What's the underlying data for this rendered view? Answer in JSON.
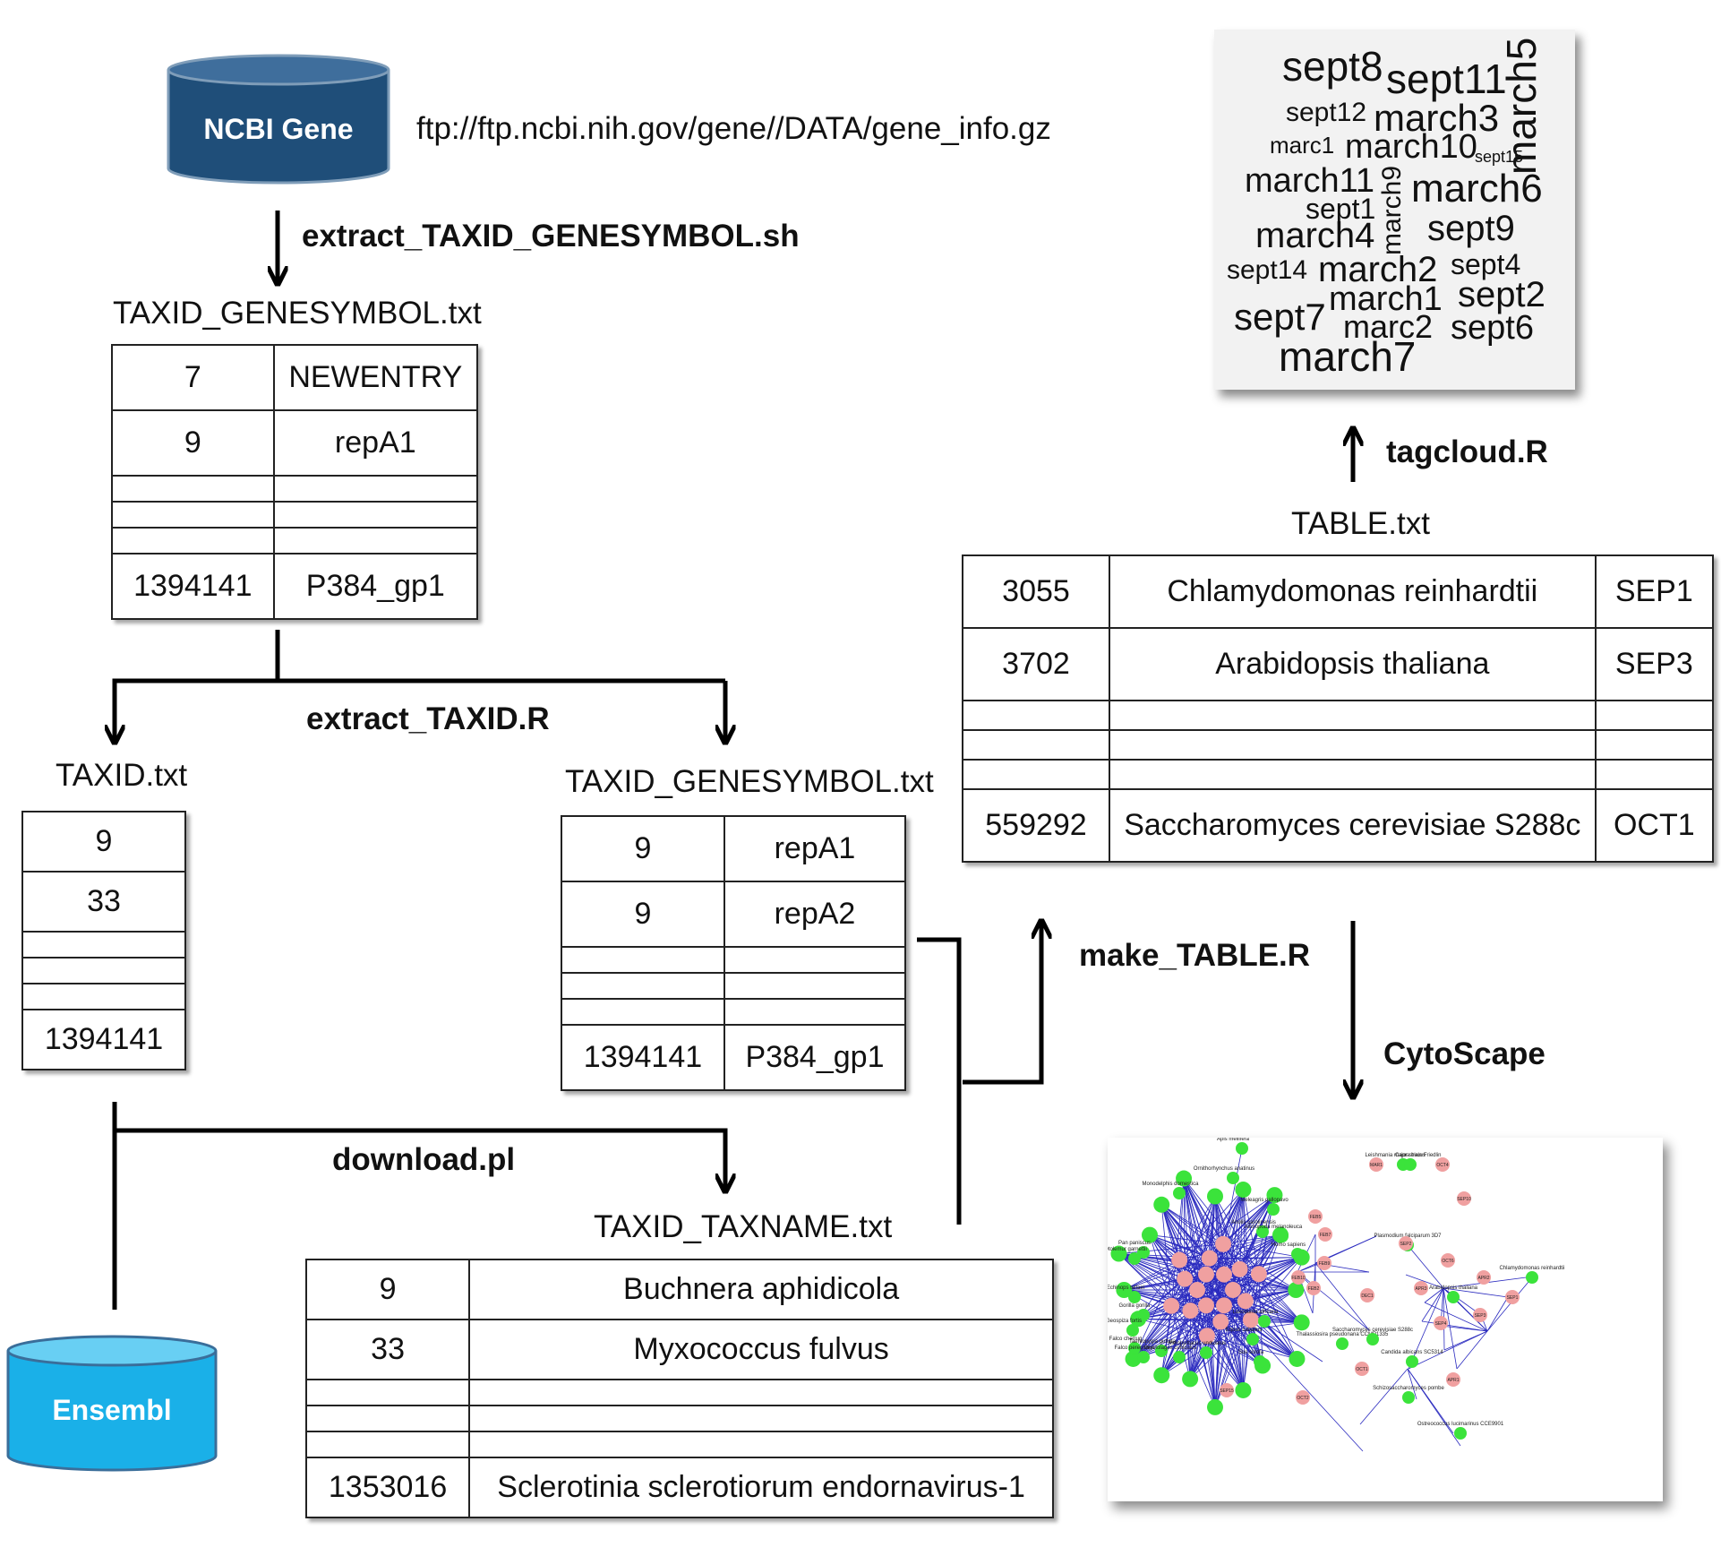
{
  "databases": {
    "ncbi": {
      "label": "NCBI Gene",
      "color": "#1f4e79"
    },
    "ensembl": {
      "label": "Ensembl",
      "color": "#1ab0e8"
    }
  },
  "ncbi_url": "ftp://ftp.ncbi.nih.gov/gene//DATA/gene_info.gz",
  "steps": {
    "extract_taxid_genesymbol": "extract_TAXID_GENESYMBOL.sh",
    "extract_taxid": "extract_TAXID.R",
    "download": "download.pl",
    "make_table": "make_TABLE.R",
    "tagcloud": "tagcloud.R",
    "cytoscape": "CytoScape"
  },
  "files": {
    "taxid_genesymbol_1": {
      "title": "TAXID_GENESYMBOL.txt",
      "rows": [
        [
          "7",
          "NEWENTRY"
        ],
        [
          "9",
          "repA1"
        ],
        [
          "",
          ""
        ],
        [
          "",
          ""
        ],
        [
          "",
          ""
        ],
        [
          "1394141",
          "P384_gp1"
        ]
      ]
    },
    "taxid": {
      "title": "TAXID.txt",
      "rows": [
        [
          "9"
        ],
        [
          "33"
        ],
        [
          ""
        ],
        [
          ""
        ],
        [
          ""
        ],
        [
          "1394141"
        ]
      ]
    },
    "taxid_genesymbol_2": {
      "title": "TAXID_GENESYMBOL.txt",
      "rows": [
        [
          "9",
          "repA1"
        ],
        [
          "9",
          "repA2"
        ],
        [
          "",
          ""
        ],
        [
          "",
          ""
        ],
        [
          "",
          ""
        ],
        [
          "1394141",
          "P384_gp1"
        ]
      ]
    },
    "taxid_taxname": {
      "title": "TAXID_TAXNAME.txt",
      "rows": [
        [
          "9",
          "Buchnera aphidicola"
        ],
        [
          "33",
          "Myxococcus fulvus"
        ],
        [
          "",
          ""
        ],
        [
          "",
          ""
        ],
        [
          "",
          ""
        ],
        [
          "1353016",
          "Sclerotinia sclerotiorum endornavirus-1"
        ]
      ]
    },
    "table": {
      "title": "TABLE.txt",
      "rows": [
        [
          "3055",
          "Chlamydomonas reinhardtii",
          "SEP1"
        ],
        [
          "3702",
          "Arabidopsis thaliana",
          "SEP3"
        ],
        [
          "",
          "",
          ""
        ],
        [
          "",
          "",
          ""
        ],
        [
          "",
          "",
          ""
        ],
        [
          "559292",
          "Saccharomyces cerevisiae S288c",
          "OCT1"
        ]
      ]
    }
  },
  "tag_cloud": {
    "words": [
      {
        "text": "sept8",
        "size": 46
      },
      {
        "text": "sept11",
        "size": 46
      },
      {
        "text": "march5",
        "size": 46
      },
      {
        "text": "sept12",
        "size": 30
      },
      {
        "text": "march3",
        "size": 42
      },
      {
        "text": "marc1",
        "size": 26
      },
      {
        "text": "march10",
        "size": 38
      },
      {
        "text": "sept15",
        "size": 18
      },
      {
        "text": "march11",
        "size": 38
      },
      {
        "text": "march9",
        "size": 30
      },
      {
        "text": "march6",
        "size": 44
      },
      {
        "text": "sept1",
        "size": 32
      },
      {
        "text": "march4",
        "size": 40
      },
      {
        "text": "sept9",
        "size": 40
      },
      {
        "text": "sept14",
        "size": 30
      },
      {
        "text": "march2",
        "size": 40
      },
      {
        "text": "sept4",
        "size": 32
      },
      {
        "text": "march1",
        "size": 38
      },
      {
        "text": "sept2",
        "size": 40
      },
      {
        "text": "sept7",
        "size": 42
      },
      {
        "text": "marc2",
        "size": 36
      },
      {
        "text": "sept6",
        "size": 38
      },
      {
        "text": "march7",
        "size": 46
      }
    ]
  },
  "network": {
    "species_nodes": [
      "Apis mellifera",
      "Ornithorhynchus anatinus",
      "Monodelphis domestica",
      "Meleagris gallopavo",
      "Anolis carolinensis",
      "Ailuropoda melanoleuca",
      "Homo sapiens",
      "Pan paniscus",
      "Otolemur garnettii",
      "Echinops telfairi",
      "Gorilla gorilla",
      "Geospiza fortis",
      "Falco cherrug",
      "Falco peregrinus",
      "Taeniopygia guttata",
      "Oryctolagus cuniculus",
      "Melopsittacus undulatus",
      "Sus scrofa",
      "Equus caballus",
      "Loxodonta africana",
      "Leishmania major strain Friedlin",
      "Capra hircus",
      "Plasmodium falciparum 3D7",
      "Arabidopsis thaliana",
      "Chlamydomonas reinhardtii",
      "Thalassiosira pseudonana CCMP1335",
      "Saccharomyces cerevisiae S288c",
      "Candida albicans SC5314",
      "Schizosaccharomyces pombe",
      "Ostreococcus lucimarinus CCE9901"
    ],
    "gene_nodes": [
      "MAR1",
      "OCT4",
      "SEP10",
      "FEB5",
      "FEB7",
      "FEB9",
      "FEB2",
      "FEB10",
      "DEC1",
      "SEP2",
      "OCT6",
      "APR3",
      "APR2",
      "SEP4",
      "SEP1",
      "SEP3",
      "OCT1",
      "APR1",
      "SEP15",
      "OCT2"
    ]
  }
}
